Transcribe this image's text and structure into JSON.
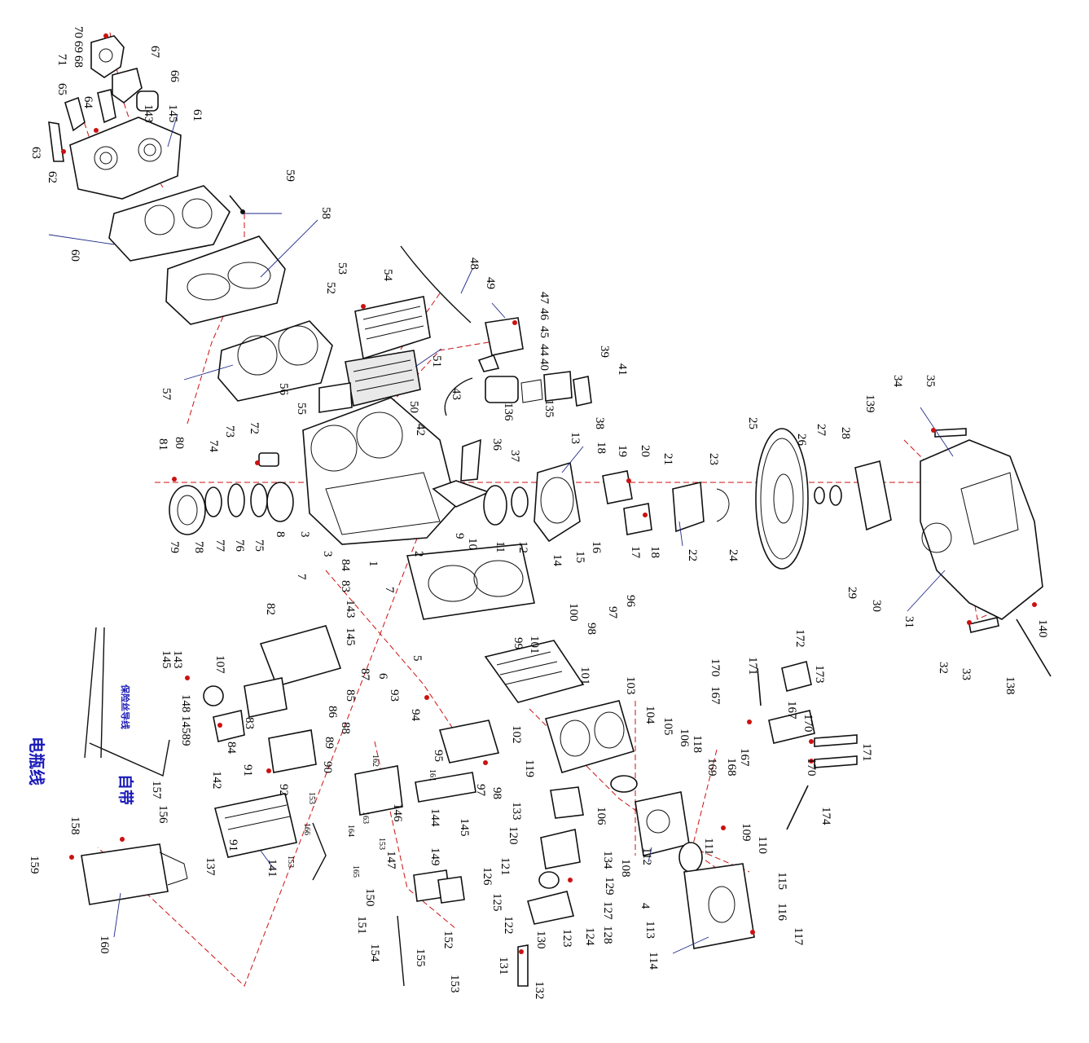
{
  "labels": [
    {
      "id": "70",
      "t": "70"
    },
    {
      "id": "69",
      "t": "69"
    },
    {
      "id": "68",
      "t": "68"
    },
    {
      "id": "71",
      "t": "71"
    },
    {
      "id": "67",
      "t": "67"
    },
    {
      "id": "66",
      "t": "66"
    },
    {
      "id": "65",
      "t": "65"
    },
    {
      "id": "64",
      "t": "64"
    },
    {
      "id": "143a",
      "t": "143"
    },
    {
      "id": "145a",
      "t": "145"
    },
    {
      "id": "61",
      "t": "61"
    },
    {
      "id": "63",
      "t": "63"
    },
    {
      "id": "62",
      "t": "62"
    },
    {
      "id": "59",
      "t": "59"
    },
    {
      "id": "58",
      "t": "58"
    },
    {
      "id": "60",
      "t": "60"
    },
    {
      "id": "57",
      "t": "57"
    },
    {
      "id": "56",
      "t": "56"
    },
    {
      "id": "55",
      "t": "55"
    },
    {
      "id": "53",
      "t": "53"
    },
    {
      "id": "52",
      "t": "52"
    },
    {
      "id": "54",
      "t": "54"
    },
    {
      "id": "51",
      "t": "51"
    },
    {
      "id": "50",
      "t": "50"
    },
    {
      "id": "48",
      "t": "48"
    },
    {
      "id": "49",
      "t": "49"
    },
    {
      "id": "47",
      "t": "47"
    },
    {
      "id": "46",
      "t": "46"
    },
    {
      "id": "45",
      "t": "45"
    },
    {
      "id": "44",
      "t": "44"
    },
    {
      "id": "40",
      "t": "40"
    },
    {
      "id": "43",
      "t": "43"
    },
    {
      "id": "42",
      "t": "42"
    },
    {
      "id": "136",
      "t": "136"
    },
    {
      "id": "135",
      "t": "135"
    },
    {
      "id": "39",
      "t": "39"
    },
    {
      "id": "41",
      "t": "41"
    },
    {
      "id": "38",
      "t": "38"
    },
    {
      "id": "13",
      "t": "13"
    },
    {
      "id": "36",
      "t": "36"
    },
    {
      "id": "37",
      "t": "37"
    },
    {
      "id": "72",
      "t": "72"
    },
    {
      "id": "73",
      "t": "73"
    },
    {
      "id": "74",
      "t": "74"
    },
    {
      "id": "81",
      "t": "81"
    },
    {
      "id": "80",
      "t": "80"
    },
    {
      "id": "79",
      "t": "79"
    },
    {
      "id": "78",
      "t": "78"
    },
    {
      "id": "77",
      "t": "77"
    },
    {
      "id": "76",
      "t": "76"
    },
    {
      "id": "75",
      "t": "75"
    },
    {
      "id": "8",
      "t": "8"
    },
    {
      "id": "3a",
      "t": "3"
    },
    {
      "id": "3b",
      "t": "3"
    },
    {
      "id": "2",
      "t": "2"
    },
    {
      "id": "1",
      "t": "1"
    },
    {
      "id": "9",
      "t": "9"
    },
    {
      "id": "10",
      "t": "10"
    },
    {
      "id": "11",
      "t": "11"
    },
    {
      "id": "12",
      "t": "12"
    },
    {
      "id": "14",
      "t": "14"
    },
    {
      "id": "15",
      "t": "15"
    },
    {
      "id": "16",
      "t": "16"
    },
    {
      "id": "18a",
      "t": "18"
    },
    {
      "id": "19",
      "t": "19"
    },
    {
      "id": "20",
      "t": "20"
    },
    {
      "id": "21",
      "t": "21"
    },
    {
      "id": "17",
      "t": "17"
    },
    {
      "id": "18b",
      "t": "18"
    },
    {
      "id": "22",
      "t": "22"
    },
    {
      "id": "23",
      "t": "23"
    },
    {
      "id": "24",
      "t": "24"
    },
    {
      "id": "25",
      "t": "25"
    },
    {
      "id": "26",
      "t": "26"
    },
    {
      "id": "27",
      "t": "27"
    },
    {
      "id": "28",
      "t": "28"
    },
    {
      "id": "29",
      "t": "29"
    },
    {
      "id": "30",
      "t": "30"
    },
    {
      "id": "139",
      "t": "139"
    },
    {
      "id": "34",
      "t": "34"
    },
    {
      "id": "35",
      "t": "35"
    },
    {
      "id": "31",
      "t": "31"
    },
    {
      "id": "140",
      "t": "140"
    },
    {
      "id": "32",
      "t": "32"
    },
    {
      "id": "33",
      "t": "33"
    },
    {
      "id": "138",
      "t": "138"
    },
    {
      "id": "84a",
      "t": "84"
    },
    {
      "id": "83a",
      "t": "83"
    },
    {
      "id": "143b",
      "t": "143"
    },
    {
      "id": "145b",
      "t": "145"
    },
    {
      "id": "7a",
      "t": "7"
    },
    {
      "id": "7b",
      "t": "7"
    },
    {
      "id": "82",
      "t": "82"
    },
    {
      "id": "87",
      "t": "87"
    },
    {
      "id": "6",
      "t": "6"
    },
    {
      "id": "93",
      "t": "93"
    },
    {
      "id": "94",
      "t": "94"
    },
    {
      "id": "5",
      "t": "5"
    },
    {
      "id": "99",
      "t": "99"
    },
    {
      "id": "100",
      "t": "100"
    },
    {
      "id": "101a",
      "t": "101"
    },
    {
      "id": "101b",
      "t": "101"
    },
    {
      "id": "96",
      "t": "96"
    },
    {
      "id": "97a",
      "t": "97"
    },
    {
      "id": "98a",
      "t": "98"
    },
    {
      "id": "102",
      "t": "102"
    },
    {
      "id": "103",
      "t": "103"
    },
    {
      "id": "104",
      "t": "104"
    },
    {
      "id": "105",
      "t": "105"
    },
    {
      "id": "106a",
      "t": "106"
    },
    {
      "id": "118",
      "t": "118"
    },
    {
      "id": "119",
      "t": "119"
    },
    {
      "id": "106b",
      "t": "106"
    },
    {
      "id": "133",
      "t": "133"
    },
    {
      "id": "120",
      "t": "120"
    },
    {
      "id": "145c",
      "t": "145"
    },
    {
      "id": "143c",
      "t": "143"
    },
    {
      "id": "107",
      "t": "107"
    },
    {
      "id": "148",
      "t": "148"
    },
    {
      "id": "14589",
      "t": "14589"
    },
    {
      "id": "85",
      "t": "85"
    },
    {
      "id": "86",
      "t": "86"
    },
    {
      "id": "88",
      "t": "88"
    },
    {
      "id": "89",
      "t": "89"
    },
    {
      "id": "90",
      "t": "90"
    },
    {
      "id": "83b",
      "t": "83"
    },
    {
      "id": "84b",
      "t": "84"
    },
    {
      "id": "91a",
      "t": "91"
    },
    {
      "id": "142",
      "t": "142"
    },
    {
      "id": "92",
      "t": "92"
    },
    {
      "id": "91b",
      "t": "91"
    },
    {
      "id": "137",
      "t": "137"
    },
    {
      "id": "141",
      "t": "141"
    },
    {
      "id": "95",
      "t": "95"
    },
    {
      "id": "97b",
      "t": "97"
    },
    {
      "id": "98b",
      "t": "98"
    },
    {
      "id": "144",
      "t": "144"
    },
    {
      "id": "145d",
      "t": "145"
    },
    {
      "id": "146",
      "t": "146"
    },
    {
      "id": "147",
      "t": "147"
    },
    {
      "id": "149",
      "t": "149"
    },
    {
      "id": "150",
      "t": "150"
    },
    {
      "id": "151",
      "t": "151"
    },
    {
      "id": "154",
      "t": "154"
    },
    {
      "id": "155",
      "t": "155"
    },
    {
      "id": "152",
      "t": "152"
    },
    {
      "id": "153a",
      "t": "153"
    },
    {
      "id": "121",
      "t": "121"
    },
    {
      "id": "126",
      "t": "126"
    },
    {
      "id": "125",
      "t": "125"
    },
    {
      "id": "122",
      "t": "122"
    },
    {
      "id": "130",
      "t": "130"
    },
    {
      "id": "131",
      "t": "131"
    },
    {
      "id": "132",
      "t": "132"
    },
    {
      "id": "123",
      "t": "123"
    },
    {
      "id": "124",
      "t": "124"
    },
    {
      "id": "128",
      "t": "128"
    },
    {
      "id": "127",
      "t": "127"
    },
    {
      "id": "129",
      "t": "129"
    },
    {
      "id": "134",
      "t": "134"
    },
    {
      "id": "112",
      "t": "112"
    },
    {
      "id": "108",
      "t": "108"
    },
    {
      "id": "4",
      "t": "4"
    },
    {
      "id": "113",
      "t": "113"
    },
    {
      "id": "114",
      "t": "114"
    },
    {
      "id": "111",
      "t": "111"
    },
    {
      "id": "109",
      "t": "109"
    },
    {
      "id": "110",
      "t": "110"
    },
    {
      "id": "115",
      "t": "115"
    },
    {
      "id": "116",
      "t": "116"
    },
    {
      "id": "117",
      "t": "117"
    },
    {
      "id": "174",
      "t": "174"
    },
    {
      "id": "169",
      "t": "169"
    },
    {
      "id": "168",
      "t": "168"
    },
    {
      "id": "167a",
      "t": "167"
    },
    {
      "id": "170a",
      "t": "170"
    },
    {
      "id": "171a",
      "t": "171"
    },
    {
      "id": "171b",
      "t": "171"
    },
    {
      "id": "170b",
      "t": "170"
    },
    {
      "id": "167b",
      "t": "167"
    },
    {
      "id": "172",
      "t": "172"
    },
    {
      "id": "173",
      "t": "173"
    },
    {
      "id": "170c",
      "t": "170"
    },
    {
      "id": "167c",
      "t": "167"
    },
    {
      "id": "157",
      "t": "157"
    },
    {
      "id": "156",
      "t": "156"
    },
    {
      "id": "158",
      "t": "158"
    },
    {
      "id": "159",
      "t": "159"
    },
    {
      "id": "160",
      "t": "160"
    },
    {
      "id": "162",
      "t": "162"
    },
    {
      "id": "161",
      "t": "161"
    },
    {
      "id": "163",
      "t": "163"
    },
    {
      "id": "164",
      "t": "164"
    },
    {
      "id": "165",
      "t": "165"
    },
    {
      "id": "166",
      "t": "166"
    },
    {
      "id": "153b",
      "t": "153"
    },
    {
      "id": "153c",
      "t": "153"
    },
    {
      "id": "153d",
      "t": "153"
    }
  ],
  "annotations": {
    "battery_cable": "电瓶线",
    "insurance_cable": "保险丝导线",
    "self_included": "自带"
  }
}
